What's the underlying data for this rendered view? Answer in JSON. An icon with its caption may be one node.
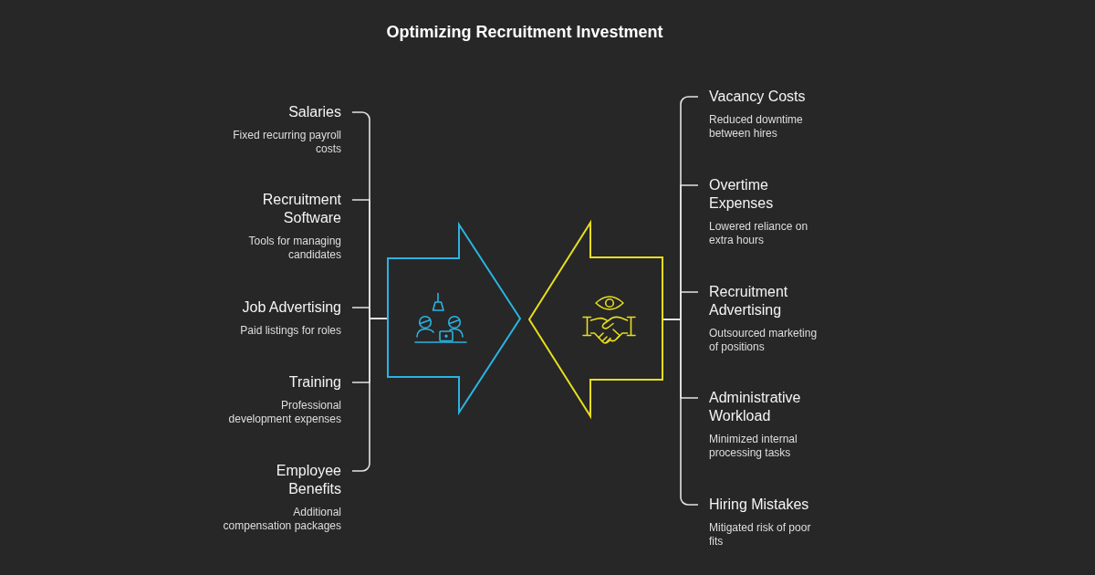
{
  "diagram": {
    "title": "Optimizing Recruitment Investment",
    "nodes": [
      {
        "text": [
          "Salaries",
          "Fixed recurring payroll costs"
        ]
      },
      {
        "text": [
          "Recruitment Software",
          "Tools for managing candidates"
        ]
      },
      {
        "text": [
          "Job Advertising",
          "Paid listings for roles"
        ]
      },
      {
        "text": [
          "Training",
          "Professional development expenses"
        ]
      },
      {
        "text": [
          "Employee Benefits",
          "Additional compensation packages"
        ]
      },
      {
        "text": [],
        "shape": "arrow"
      },
      {
        "text": [],
        "shape": "arrow"
      },
      {
        "text": [
          "Vacancy Costs",
          "Reduced downtime between hires"
        ]
      },
      {
        "text": [
          "Overtime Expenses",
          "Lowered reliance on extra hours"
        ]
      },
      {
        "text": [
          "Recruitment Advertising",
          "Outsourced marketing of positions"
        ]
      },
      {
        "text": [
          "Administrative Workload",
          "Minimized internal processing tasks"
        ]
      },
      {
        "text": [
          "Hiring Mistakes",
          "Mitigated risk of poor fits"
        ]
      }
    ],
    "edges": [
      {
        "from": 0,
        "to": 5,
        "arrow": "none"
      },
      {
        "from": 1,
        "to": 5,
        "arrow": "none"
      },
      {
        "from": 2,
        "to": 5,
        "arrow": "none"
      },
      {
        "from": 3,
        "to": 5,
        "arrow": "none"
      },
      {
        "from": 4,
        "to": 5,
        "arrow": "none"
      },
      {
        "from": 6,
        "to": 7,
        "arrow": "none"
      },
      {
        "from": 6,
        "to": 8,
        "arrow": "none"
      },
      {
        "from": 6,
        "to": 9,
        "arrow": "none"
      },
      {
        "from": 6,
        "to": 10,
        "arrow": "none"
      },
      {
        "from": 6,
        "to": 11,
        "arrow": "none"
      }
    ]
  }
}
